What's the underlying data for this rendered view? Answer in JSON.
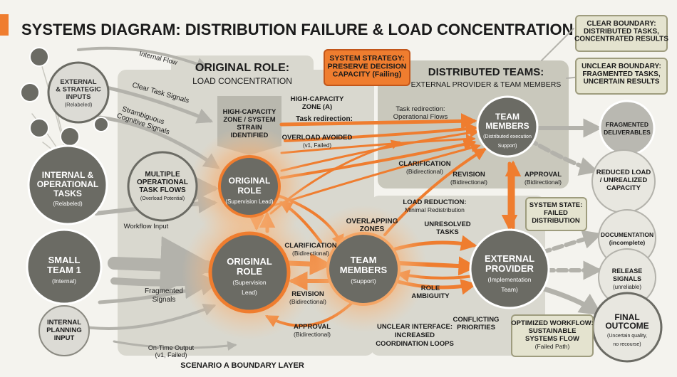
{
  "title": "SYSTEMS DIAGRAM: DISTRIBUTION FAILURE & LOAD CONCENTRATION",
  "colors": {
    "orange": "#ef7d2f",
    "dark_circle": "#6b6b64",
    "panel": "#d9d8cf",
    "panel_dark": "#c9c8bc",
    "gray_arrow": "#b3b2ab",
    "note_bg": "#e4e3cf",
    "note_border": "#9e9c7e",
    "text_dark": "#1b1b1b"
  },
  "callouts": {
    "clear_boundary": [
      "CLEAR BOUNDARY:",
      "DISTRIBUTED TASKS,",
      "CONCENTRATED RESULTS"
    ],
    "unclear_boundary": [
      "UNCLEAR BOUNDARY:",
      "FRAGMENTED TASKS,",
      "UNCERTAIN RESULTS"
    ],
    "system_strategy": [
      "SYSTEM STRATEGY:",
      "PRESERVE DECISION",
      "CAPACITY (Failing)"
    ],
    "system_state": [
      "SYSTEM STATE:",
      "FAILED",
      "DISTRIBUTION"
    ],
    "optimized_workflow": [
      "OPTIMIZED WORKFLOW:",
      "SUSTAINABLE",
      "SYSTEMS FLOW",
      "(Failed Path)"
    ]
  },
  "panels": {
    "original_role": {
      "title": "ORIGINAL ROLE:",
      "subtitle": "LOAD CONCENTRATION"
    },
    "distributed_teams": {
      "title": "DISTRIBUTED TEAMS:",
      "subtitle": "EXTERNAL PROVIDER & TEAM MEMBERS"
    },
    "scenario": "SCENARIO A BOUNDARY LAYER",
    "high_capacity_zone": [
      "HIGH-CAPACITY",
      "ZONE / SYSTEM",
      "STRAIN",
      "IDENTIFIED"
    ]
  },
  "nodes": {
    "external_inputs": [
      "EXTERNAL",
      "& STRATEGIC",
      "INPUTS",
      "(Relabeled)"
    ],
    "internal_tasks": [
      "INTERNAL &",
      "OPERATIONAL",
      "TASKS",
      "(Relabeled)"
    ],
    "small_team": [
      "SMALL",
      "TEAM 1",
      "(Internal)"
    ],
    "internal_planning": [
      "INTERNAL",
      "PLANNING",
      "INPUT"
    ],
    "multiple_flows": [
      "MULTIPLE",
      "OPERATIONAL",
      "TASK FLOWS",
      "(Overload Potential)"
    ],
    "original_role_top": [
      "ORIGINAL",
      "ROLE",
      "(Supervision Lead)"
    ],
    "original_role_bottom": [
      "ORIGINAL",
      "ROLE",
      "(Supervision",
      "Lead)"
    ],
    "team_members_center": [
      "TEAM",
      "MEMBERS",
      "(Support)"
    ],
    "team_members_top": [
      "TEAM",
      "MEMBERS",
      "(Distributed execution",
      "Support)"
    ],
    "external_provider": [
      "EXTERNAL",
      "PROVIDER",
      "(Implementation",
      "Team)"
    ],
    "fragmented_deliverables": [
      "FRAGMENTED",
      "DELIVERABLES"
    ],
    "reduced_load": [
      "REDUCED LOAD",
      "/ UNREALIZED",
      "CAPACITY"
    ],
    "documentation": [
      "DOCUMENTATION",
      "(incomplete)"
    ],
    "release_signals": [
      "RELEASE",
      "SIGNALS",
      "(unreliable)"
    ],
    "final_outcome": [
      "FINAL",
      "OUTCOME",
      "(Uncertain quality,",
      "no recourse)"
    ]
  },
  "labels": {
    "internal_flow": "Internal Flow",
    "clear_task_signals": "Clear Task Signals",
    "ambiguous_signals": [
      "Strambiguous",
      "Cognitive Signals"
    ],
    "workflow_input": "Workflow Input",
    "fragmented_signals": [
      "Fragmented",
      "Signals"
    ],
    "on_time_output": [
      "On-Time Output",
      "(v1, Failed)"
    ],
    "high_capacity_zone_a": [
      "HIGH-CAPACITY",
      "ZONE (A)"
    ],
    "task_redirection_left": "Task redirection:",
    "overload_avoided": [
      "OVERLOAD AVOIDED",
      "(v1, Failed)"
    ],
    "task_redirection_right": [
      "Task redirection:",
      "Operational Flows"
    ],
    "clarification_top": [
      "CLARIFICATION",
      "(Bidirectional)"
    ],
    "revision_top": [
      "REVISION",
      "(Bidirectional)"
    ],
    "approval_right": [
      "APPROVAL",
      "(Bidirectional)"
    ],
    "load_reduction": [
      "LOAD REDUCTION:",
      "Minimal Redistribution"
    ],
    "overlapping_zones": [
      "OVERLAPPING",
      "ZONES"
    ],
    "unresolved_tasks": [
      "UNRESOLVED",
      "TASKS"
    ],
    "clarification_center": [
      "CLARIFICATION",
      "(Bidirectional)"
    ],
    "revision_center": [
      "REVISION",
      "(Bidirectional)"
    ],
    "approval_bottom": [
      "APPROVAL",
      "(Bidirectional)"
    ],
    "role_ambiguity": [
      "ROLE",
      "AMBIGUITY"
    ],
    "conflicting_priorities": [
      "CONFLICTING",
      "PRIORITIES"
    ],
    "unclear_interface": [
      "UNCLEAR INTERFACE:",
      "INCREASED",
      "COORDINATION LOOPS"
    ]
  }
}
